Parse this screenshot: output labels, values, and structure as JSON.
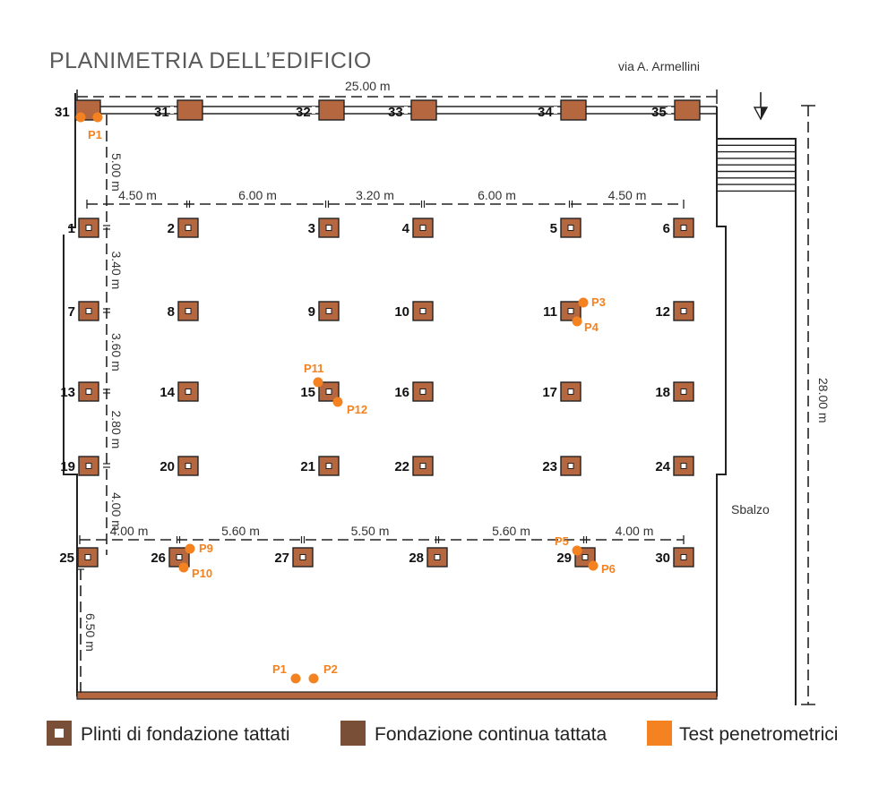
{
  "title": "PLANIMETRIA DELL’EDIFICIO",
  "street": "via A. Armellini",
  "overhang_label": "Sbalzo",
  "colors": {
    "plinth": "#b5673f",
    "continuous": "#7a4f37",
    "probe": "#f58220"
  },
  "dimensions": {
    "total_width": "25.00 m",
    "total_depth": "28.00 m",
    "top_row": [
      "4.50 m",
      "6.00 m",
      "3.20 m",
      "6.00 m",
      "4.50 m"
    ],
    "bottom_row": [
      "4.00 m",
      "5.60 m",
      "5.50 m",
      "5.60 m",
      "4.00 m"
    ],
    "vertical": [
      "5.00 m",
      "3.40 m",
      "3.60 m",
      "2.80 m",
      "4.00 m",
      "6.50 m"
    ]
  },
  "continuous_foundation_labels": [
    "31",
    "31",
    "32",
    "33",
    "34",
    "35"
  ],
  "plinths": [
    "1",
    "2",
    "3",
    "4",
    "5",
    "6",
    "7",
    "8",
    "9",
    "10",
    "11",
    "12",
    "13",
    "14",
    "15",
    "16",
    "17",
    "18",
    "19",
    "20",
    "21",
    "22",
    "23",
    "24",
    "25",
    "26",
    "27",
    "28",
    "29",
    "30"
  ],
  "probes": [
    "P1",
    "P1",
    "P3",
    "P4",
    "P11",
    "P12",
    "P5",
    "P6",
    "P9",
    "P10",
    "P1",
    "P2"
  ],
  "legend": [
    {
      "label": "Plinti di fondazione tattati"
    },
    {
      "label": "Fondazione continua tattata"
    },
    {
      "label": "Test penetrometrici"
    }
  ]
}
